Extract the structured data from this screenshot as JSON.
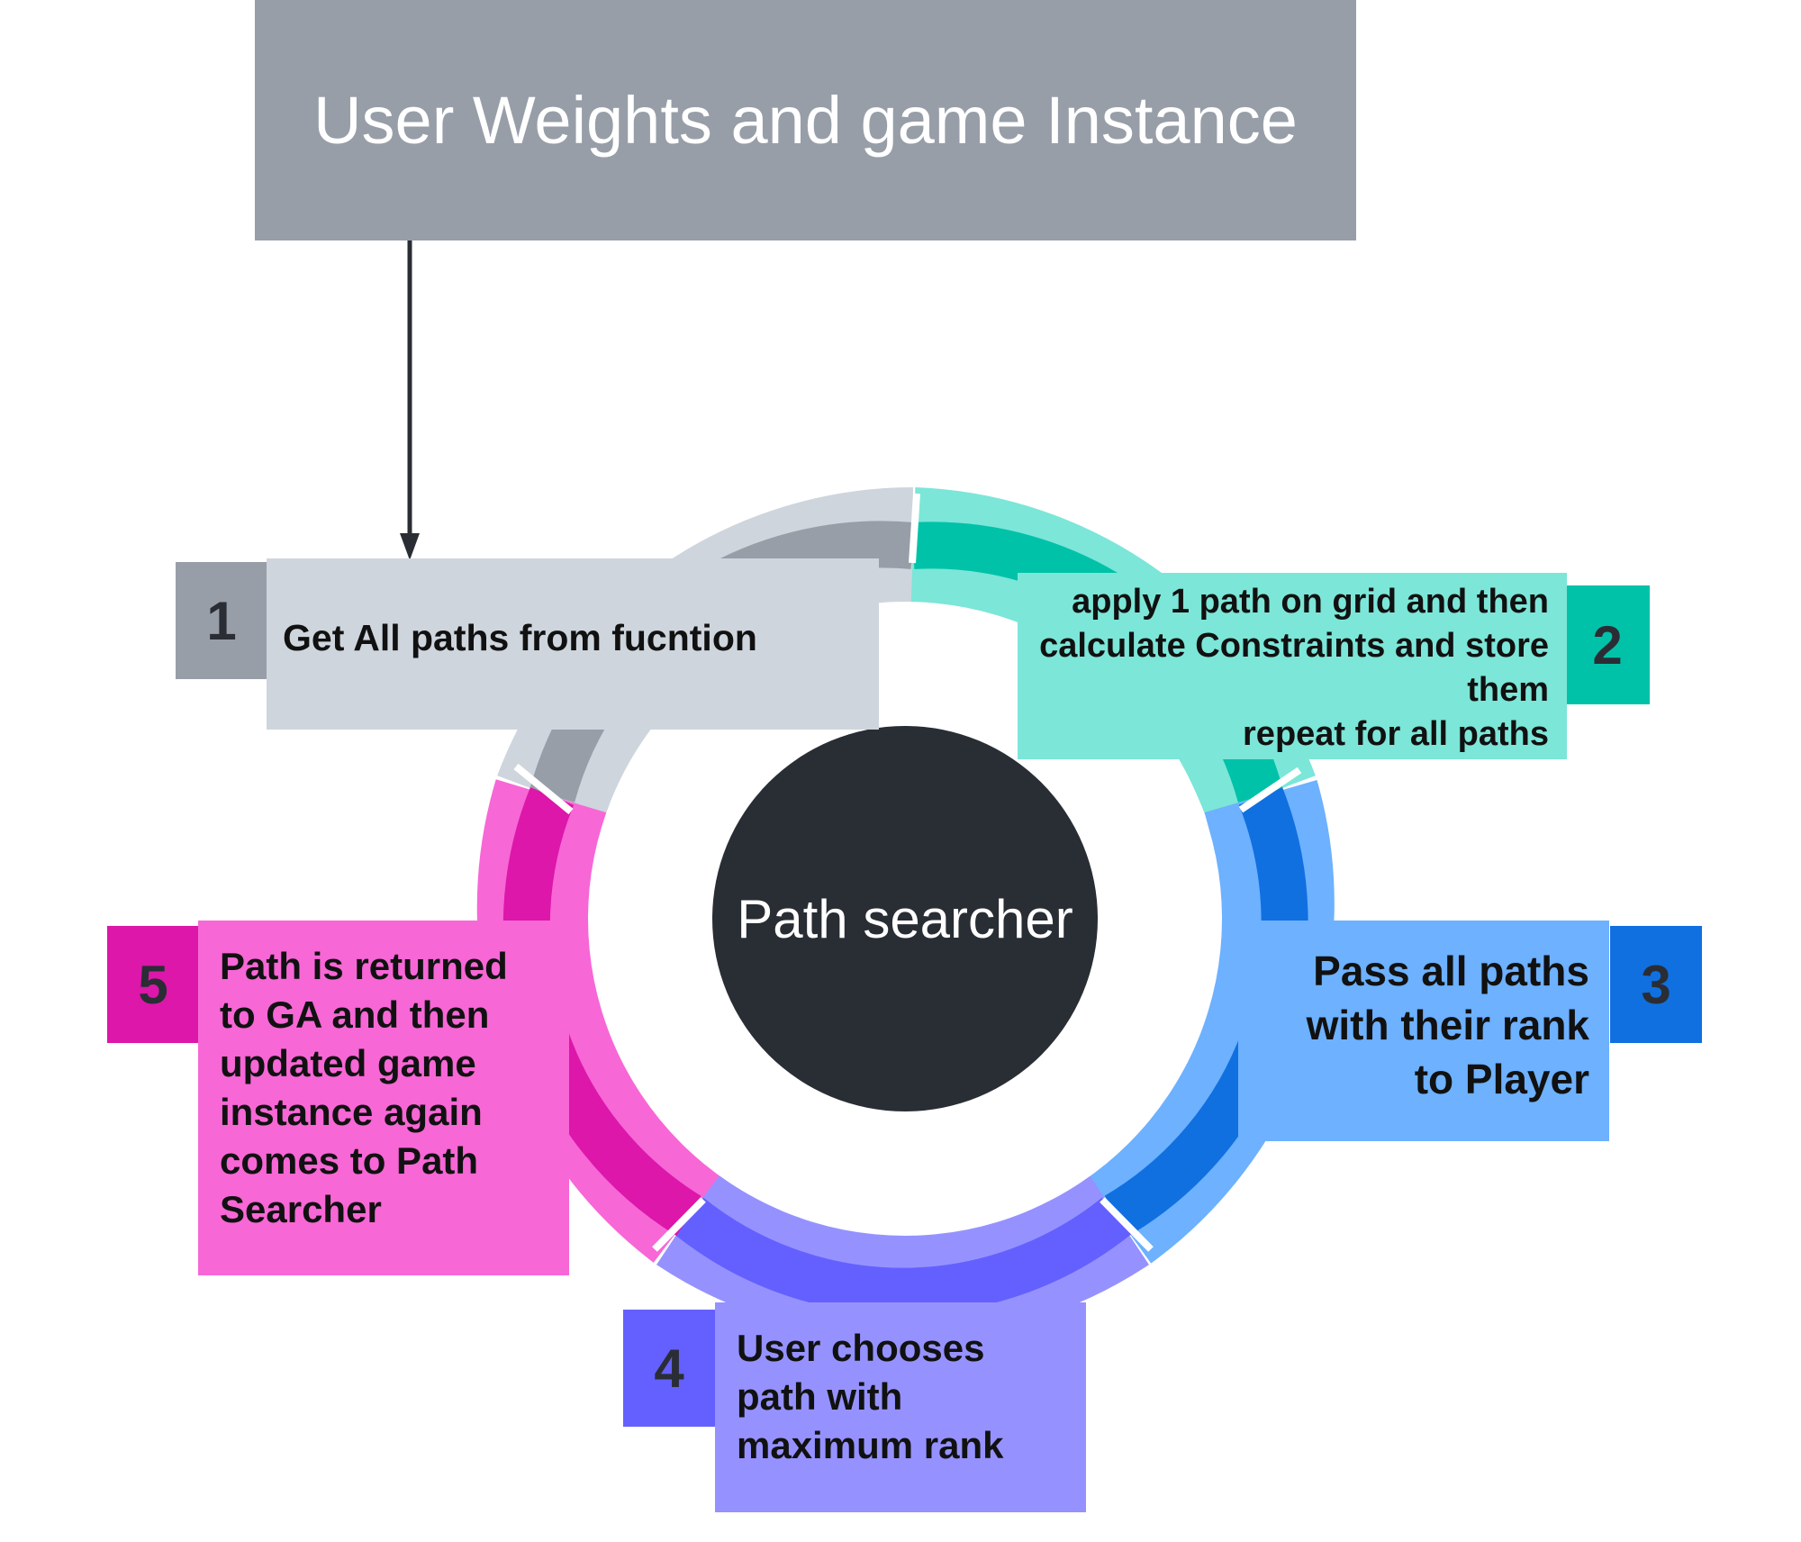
{
  "header": {
    "title": "User Weights and game Instance"
  },
  "center": {
    "label": "Path searcher"
  },
  "steps": [
    {
      "number": "1",
      "lines": [
        "Get All paths from fucntion"
      ]
    },
    {
      "number": "2",
      "lines": [
        "apply 1 path on grid and then",
        "calculate Constraints and store",
        "them",
        "repeat for all paths"
      ]
    },
    {
      "number": "3",
      "lines": [
        "Pass all paths",
        "with their rank",
        "to Player"
      ]
    },
    {
      "number": "4",
      "lines": [
        "User chooses",
        "path with",
        "maximum rank"
      ]
    },
    {
      "number": "5",
      "lines": [
        "Path is returned",
        "to GA and then",
        "updated game",
        "instance again",
        "comes to Path",
        "Searcher"
      ]
    }
  ],
  "colors": {
    "header": "#979ea8",
    "center": "#292d34",
    "step1": {
      "light": "#ced5dd",
      "dark": "#979ea8"
    },
    "step2": {
      "light": "#7ce6d8",
      "dark": "#00c2a8"
    },
    "step3": {
      "light": "#6db1ff",
      "dark": "#1070e0"
    },
    "step4": {
      "light": "#9592ff",
      "dark": "#6460ff"
    },
    "step5": {
      "light": "#f767d6",
      "dark": "#dc17aa"
    }
  }
}
